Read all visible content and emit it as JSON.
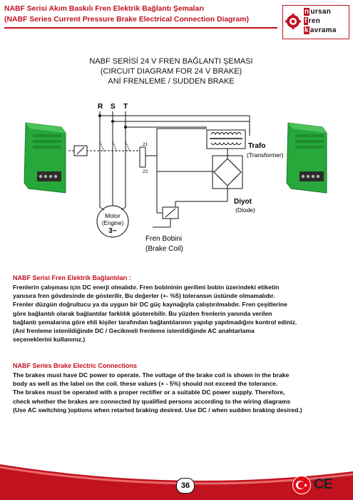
{
  "header": {
    "title_tr": "NABF Serisi Akım Baskılı Fren Elektrik Bağlantı Şemaları",
    "title_en": "(NABF Series Current Pressure Brake Electrical Connection Diagram)",
    "logo": {
      "line1_first": "n",
      "line1_rest": "ursan",
      "line2_first": "f",
      "line2_rest": "ren",
      "line3_first": "k",
      "line3_rest": "avrama"
    }
  },
  "diagram": {
    "title_line1": "NABF SERİSİ 24 V FREN BAĞLANTI ŞEMASI",
    "title_line2": "(CIRCUIT DIAGRAM FOR 24 V BRAKE)",
    "title_line3": "ANİ FRENLEME / SUDDEN BRAKE",
    "phase_r": "R",
    "phase_s": "S",
    "phase_t": "T",
    "terminal_21": "21",
    "terminal_22": "22",
    "trafo": "Trafo",
    "trafo_en": "(Transformer)",
    "diyot": "Diyot",
    "diyot_en": "(Diode)",
    "motor": "Motor",
    "motor_en": "(Engine)",
    "motor_phase": "3~",
    "coil": "Fren Bobini",
    "coil_en": "(Brake Coil)"
  },
  "section_tr": {
    "heading": "NABF Serisi Fren Elektrik Bağlantıları :",
    "lines": [
      "Frenlerin çalışması için DC enerji olmalıdır. Fren bobininin gerilimi bobin üzerindeki etiketin",
      "yanısıra fren gövdesinde de gösterilir. Bu değerler (+- %5) toleransın üstünde olmamalıdır.",
      "Frenler düzgün doğrultucu ya da uygun bir DC güç kaynağıyla çalıştırılmalıdır. Fren çeşitlerine",
      "göre bağlantılı olarak bağlantılar farklılık gösterebilir. Bu yüzden frenlerin yanında verilen",
      "bağlantı şemalarına göre ehli kişiler tarafından bağlantılarının yapılıp yapılmadığını kontrol ediniz.",
      "(Ani frenleme istenildiğinde DC / Gecikmeli frenleme istenildiğinde AC anahtarlama",
      "seçeneklerini kullanınız.)"
    ]
  },
  "section_en": {
    "heading": "NABF Series Brake Electric Connections",
    "lines": [
      "The brakes must have DC power to operate. The voltage of the brake coil is shown in the brake",
      "body as well as the label on the coil. these values (+ - 5%) should not exceed the tolerance.",
      "The brakes must be operated with a proper rectifier or a suitable DC power supply. Therefore,",
      "check whether the brakes are connected by qualified persons according to the wiring diagrams",
      "(Use AC switching )options when retarted braking desired. Use DC / when sudden braking desired.)"
    ]
  },
  "footer": {
    "page_number": "36",
    "ce_mark": "CE"
  },
  "colors": {
    "accent_red": "#c1121f",
    "module_green": "#27a83a"
  }
}
